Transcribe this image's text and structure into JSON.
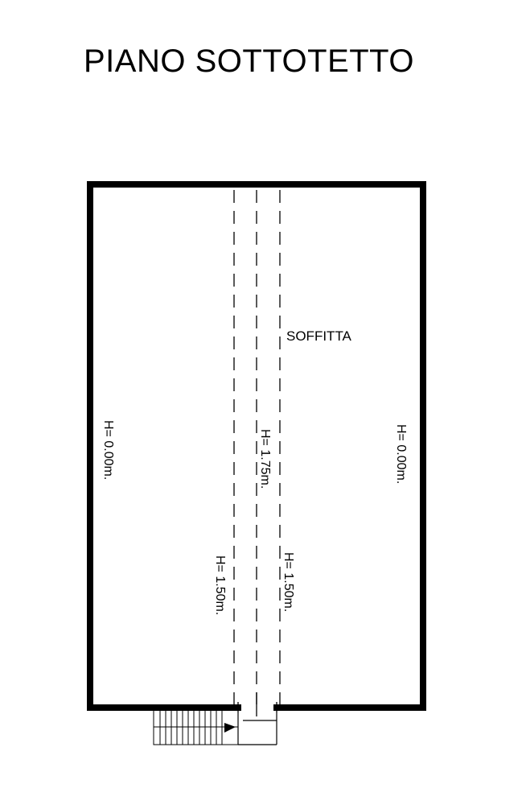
{
  "plan": {
    "title": "PIANO SOTTOTETTO",
    "room_name": "SOFFITTA",
    "height_labels": {
      "left_wall": "H= 0.00m.",
      "ridge": "H= 1.75m.",
      "left_inner": "H= 1.50m.",
      "right_inner": "H= 1.50m.",
      "right_wall": "H= 0.00m."
    }
  }
}
